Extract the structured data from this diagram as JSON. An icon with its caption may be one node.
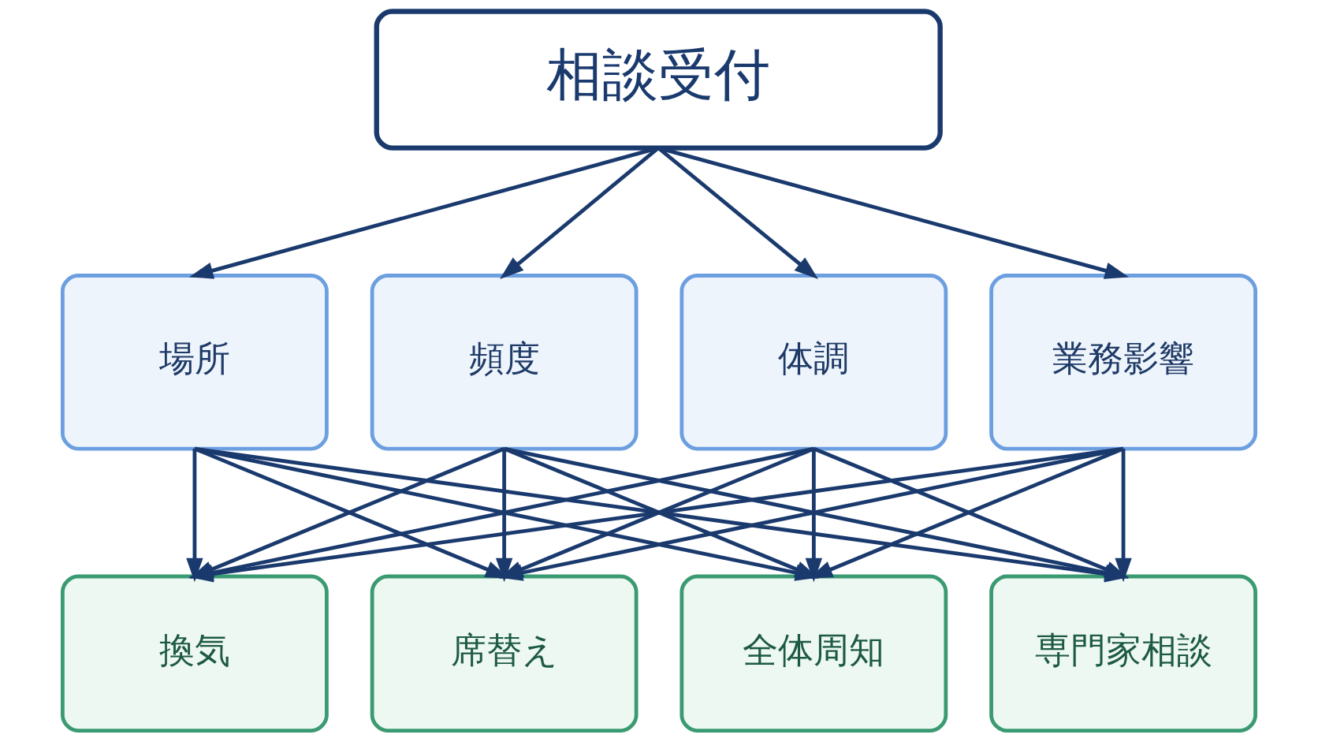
{
  "diagram": {
    "nodes": [
      {
        "text": [
          "相談受付"
        ]
      },
      {
        "text": [
          "場所"
        ]
      },
      {
        "text": [
          "頻度"
        ]
      },
      {
        "text": [
          "体調"
        ]
      },
      {
        "text": [
          "業務影響"
        ]
      },
      {
        "text": [
          "換気"
        ]
      },
      {
        "text": [
          "席替え"
        ]
      },
      {
        "text": [
          "全体周知"
        ]
      },
      {
        "text": [
          "専門家相談"
        ]
      }
    ],
    "edges": [
      {
        "from": 0,
        "to": 1,
        "arrow": "to"
      },
      {
        "from": 0,
        "to": 2,
        "arrow": "to"
      },
      {
        "from": 0,
        "to": 3,
        "arrow": "to"
      },
      {
        "from": 0,
        "to": 4,
        "arrow": "to"
      },
      {
        "from": 1,
        "to": 5,
        "arrow": "to"
      },
      {
        "from": 1,
        "to": 6,
        "arrow": "to"
      },
      {
        "from": 1,
        "to": 7,
        "arrow": "to"
      },
      {
        "from": 1,
        "to": 8,
        "arrow": "to"
      },
      {
        "from": 2,
        "to": 5,
        "arrow": "to"
      },
      {
        "from": 2,
        "to": 6,
        "arrow": "to"
      },
      {
        "from": 2,
        "to": 7,
        "arrow": "to"
      },
      {
        "from": 2,
        "to": 8,
        "arrow": "to"
      },
      {
        "from": 3,
        "to": 5,
        "arrow": "to"
      },
      {
        "from": 3,
        "to": 6,
        "arrow": "to"
      },
      {
        "from": 3,
        "to": 7,
        "arrow": "to"
      },
      {
        "from": 3,
        "to": 8,
        "arrow": "to"
      },
      {
        "from": 4,
        "to": 5,
        "arrow": "to"
      },
      {
        "from": 4,
        "to": 6,
        "arrow": "to"
      },
      {
        "from": 4,
        "to": 7,
        "arrow": "to"
      },
      {
        "from": 4,
        "to": 8,
        "arrow": "to"
      }
    ]
  }
}
